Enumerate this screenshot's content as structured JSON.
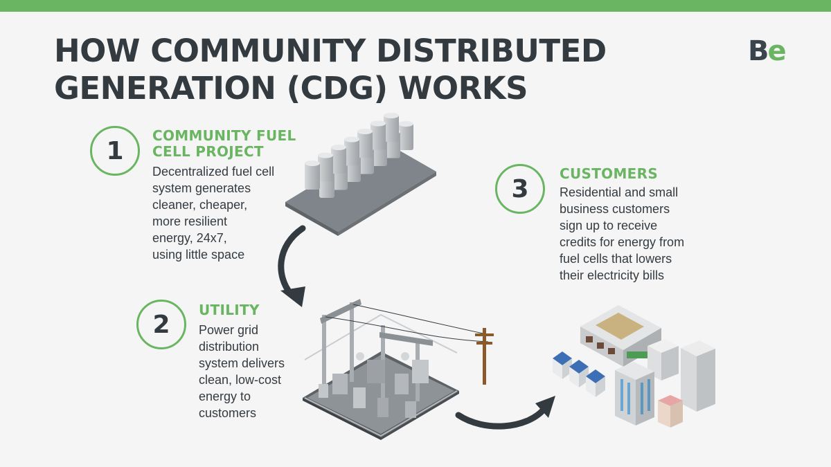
{
  "header": {
    "title_line1": "HOW COMMUNITY DISTRIBUTED",
    "title_line2": "GENERATION (CDG) WORKS",
    "logo_b": "B",
    "logo_e": "e"
  },
  "steps": [
    {
      "number": "1",
      "title_line1": "COMMUNITY FUEL",
      "title_line2": "CELL PROJECT",
      "description_lines": [
        "Decentralized fuel cell",
        "system generates",
        "cleaner, cheaper,",
        "more resilient",
        "energy, 24x7,",
        "using little space"
      ]
    },
    {
      "number": "2",
      "title_line1": "UTILITY",
      "description_lines": [
        "Power grid",
        "distribution",
        "system delivers",
        "clean, low-cost",
        "energy to",
        "customers"
      ]
    },
    {
      "number": "3",
      "title_line1": "CUSTOMERS",
      "description_lines": [
        "Residential and small",
        "business customers",
        "sign up to receive",
        "credits for energy from",
        "fuel cells that lowers",
        "their electricity bills"
      ]
    }
  ],
  "colors": {
    "accent_green": "#6ab561",
    "text_dark": "#333b41",
    "background": "#f5f5f5",
    "arrow": "#333b41"
  },
  "icons": [
    "fuel-cell-array-illustration",
    "substation-illustration",
    "utility-pole-illustration",
    "city-buildings-illustration",
    "curved-arrow-icon"
  ]
}
